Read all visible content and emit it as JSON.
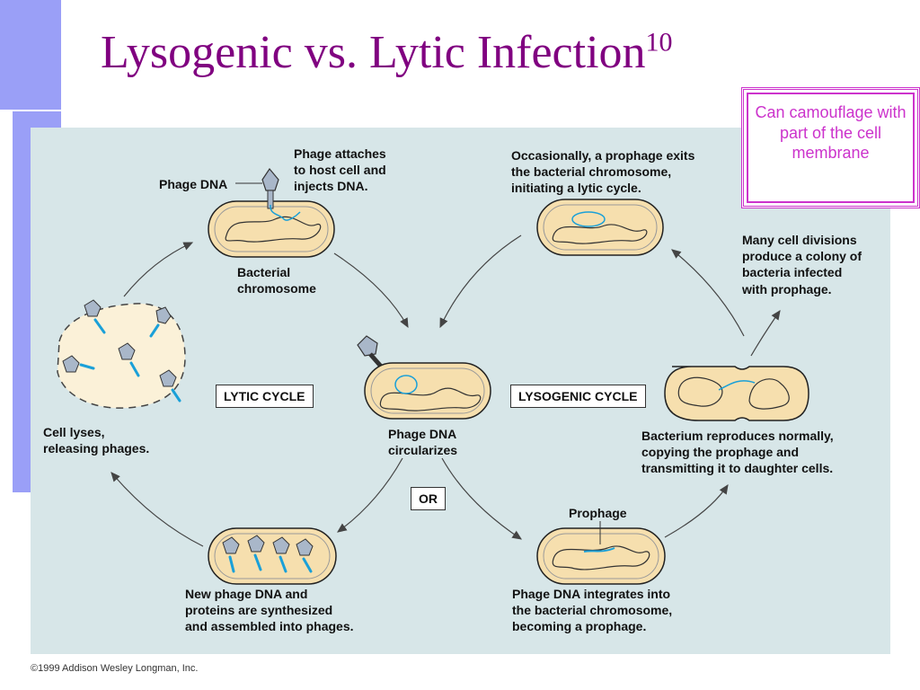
{
  "title": "Lysogenic vs. Lytic Infection",
  "title_superscript": "10",
  "callout": "Can camouflage with part of the cell membrane",
  "labels": {
    "phage_attaches": "Phage attaches\nto host cell and\ninjects DNA.",
    "phage_dna": "Phage DNA",
    "bacterial_chromosome": "Bacterial\nchromosome",
    "prophage_exits": "Occasionally, a prophage exits\nthe bacterial chromosome,\ninitiating a lytic cycle.",
    "many_divisions": "Many cell divisions\nproduce a colony of\nbacteria infected\nwith prophage.",
    "lytic_cycle": "LYTIC CYCLE",
    "lysogenic_cycle": "LYSOGENIC CYCLE",
    "cell_lyses": "Cell lyses,\nreleasing phages.",
    "phage_dna_circularizes": "Phage DNA\ncircularizes",
    "or": "OR",
    "bacterium_reproduces": "Bacterium reproduces normally,\ncopying the prophage and\ntransmitting it to daughter cells.",
    "prophage": "Prophage",
    "new_phage_dna": "New phage DNA and\nproteins are synthesized\nand assembled into phages.",
    "phage_integrates": "Phage DNA integrates into\nthe bacterial chromosome,\nbecoming a prophage."
  },
  "copyright": "©1999 Addison Wesley Longman, Inc.",
  "colors": {
    "title": "#800080",
    "accent": "#9a9ff7",
    "callout": "#cc33cc",
    "diagram_bg": "#d7e6e8",
    "cell_fill": "#f6dfae",
    "dna": "#1aa0d8"
  }
}
